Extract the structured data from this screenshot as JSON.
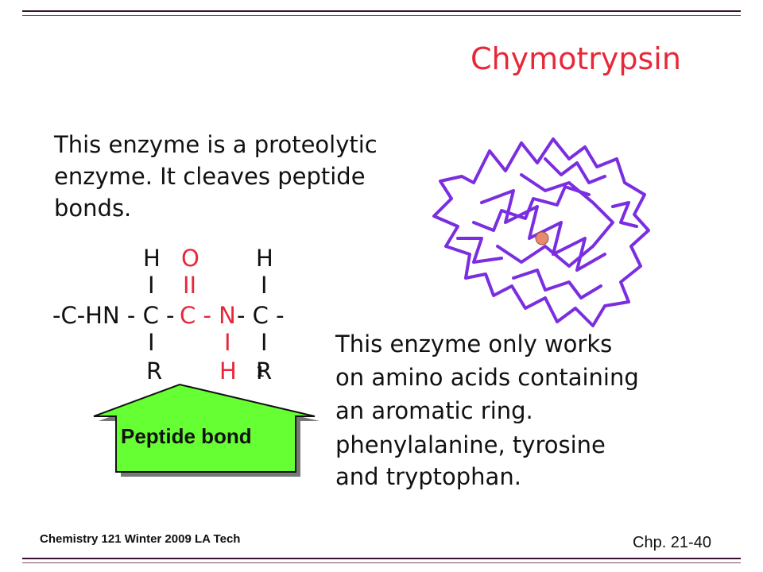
{
  "slide": {
    "title": "Chymotrypsin",
    "intro_lines": [
      "This enzyme is a proteolytic",
      "enzyme.  It cleaves peptide",
      "bonds."
    ],
    "formula": {
      "top": [
        "H",
        "O",
        "H"
      ],
      "bond_top": [
        "I",
        "II",
        "I"
      ],
      "main": [
        "-C-HN - C - ",
        "C - N",
        " - C -"
      ],
      "bond_bottom": [
        "I",
        "I",
        "I"
      ],
      "bottom": [
        "R",
        "H",
        "R",
        "1"
      ]
    },
    "arrow_label": "Peptide bond",
    "works_lines": [
      "This enzyme only works",
      "on amino acids containing",
      "an aromatic ring."
    ],
    "amino_acid_lines": [
      "phenylalanine, tyrosine",
      "and tryptophan."
    ],
    "colors": {
      "title": "#e8283a",
      "highlight": "#e8283a",
      "arrow_fill": "#66ff33",
      "protein": "#7a2ee0",
      "active_site": "#e88a70"
    }
  },
  "footer": {
    "course": "Chemistry 121 Winter 2009 LA Tech",
    "page": "Chp. 21-40"
  }
}
